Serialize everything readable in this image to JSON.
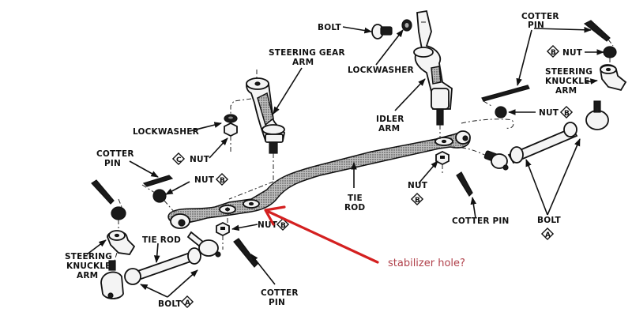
{
  "diagram": {
    "title": "Steering linkage exploded view",
    "labels": {
      "bolt_top": "BOLT",
      "lockwasher_top": "LOCKWASHER",
      "steering_gear_arm": [
        "STEERING GEAR",
        "ARM"
      ],
      "idler_arm": [
        "IDLER",
        "ARM"
      ],
      "cotter_pin_top_right": [
        "COTTER",
        "PIN"
      ],
      "nut_top_right": "NUT",
      "steering_knuckle_arm_right": [
        "STEERING",
        "KNUCKLE",
        "ARM"
      ],
      "nut_right_mid": "NUT",
      "lockwasher_left": "LOCKWASHER",
      "nut_c": "NUT",
      "cotter_pin_left": [
        "COTTER",
        "PIN"
      ],
      "nut_b_left": "NUT",
      "tie_rod_center": [
        "TIE",
        "ROD"
      ],
      "nut_center": "NUT",
      "cotter_pin_center": "COTTER PIN",
      "bolt_right": "BOLT",
      "tie_rod_left": "TIE ROD",
      "nut_b_lower": "NUT",
      "steering_knuckle_arm_left": [
        "STEERING",
        "KNUCKLE",
        "ARM"
      ],
      "bolt_left": "BOLT",
      "cotter_pin_bottom": [
        "COTTER",
        "PIN"
      ]
    },
    "callout_letters": {
      "a": "A",
      "b": "B",
      "c": "C"
    }
  },
  "annotation": {
    "text": "stabilizer hole?",
    "color": "#c0392b",
    "text_color": "#b0404a"
  }
}
